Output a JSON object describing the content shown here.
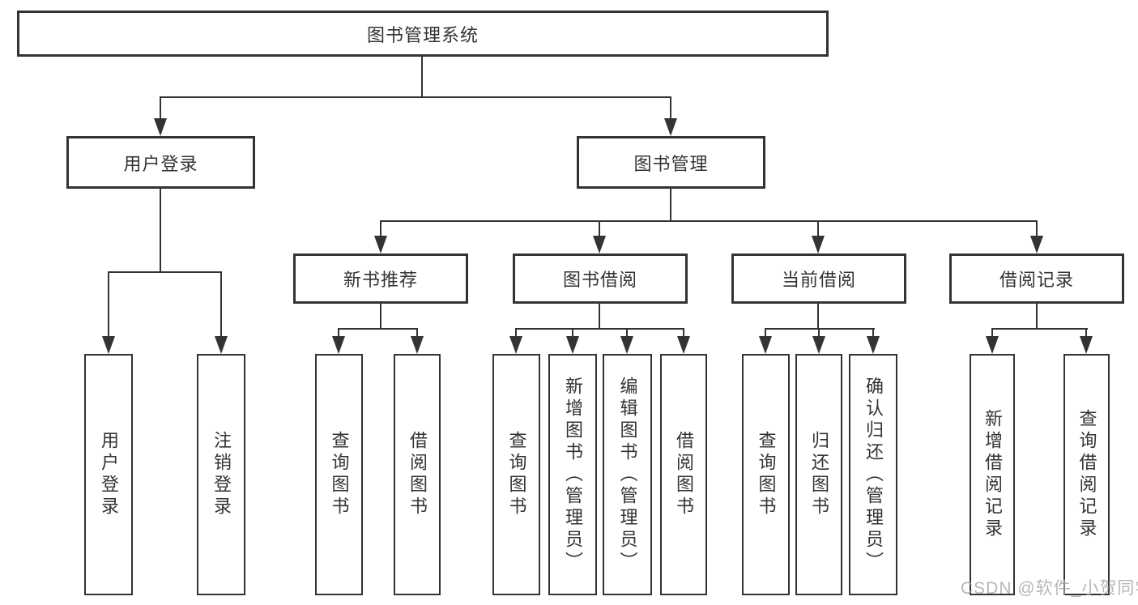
{
  "diagram": {
    "root": "图书管理系统",
    "level2": [
      {
        "label": "用户登录",
        "children": [
          "用户登录",
          "注销登录"
        ]
      },
      {
        "label": "图书管理"
      }
    ],
    "level3": [
      {
        "label": "新书推荐",
        "children": [
          "查询图书",
          "借阅图书"
        ]
      },
      {
        "label": "图书借阅",
        "children": [
          "查询图书",
          "新增图书（管理员）",
          "编辑图书（管理员）",
          "借阅图书"
        ]
      },
      {
        "label": "当前借阅",
        "children": [
          "查询图书",
          "归还图书",
          "确认归还（管理员）"
        ]
      },
      {
        "label": "借阅记录",
        "children": [
          "新增借阅记录",
          "查询借阅记录"
        ]
      }
    ]
  },
  "watermark": "CSDN @软件_小贺同学",
  "colors": {
    "line": "#333333",
    "background": "#ffffff",
    "watermark": "#a5a5a5"
  }
}
